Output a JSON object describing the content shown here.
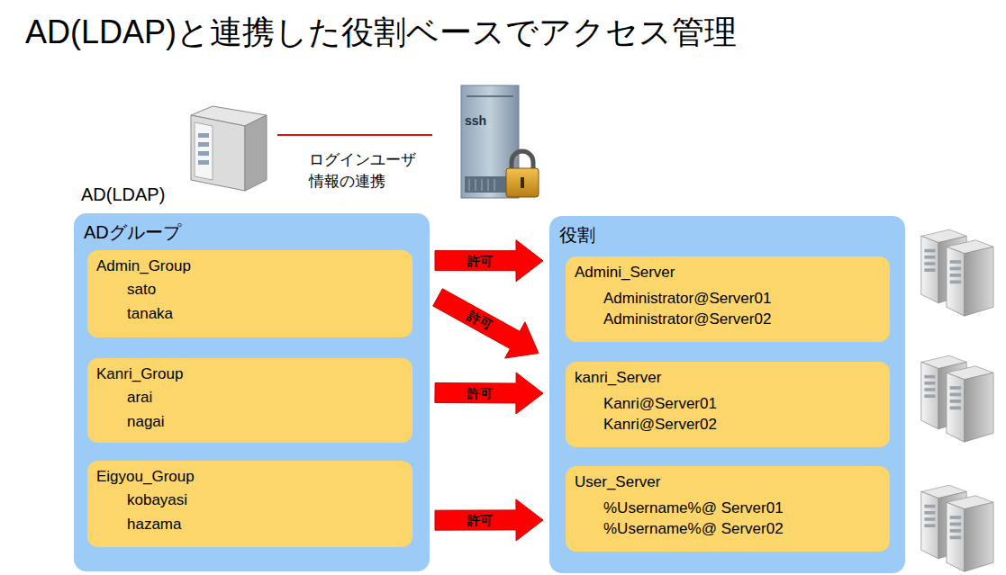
{
  "diagram": {
    "title": "AD(LDAP)と連携した役割ベースでアクセス管理",
    "nodes": [
      {
        "text": [
          "ADグループ"
        ]
      },
      {
        "text": [
          "Admin_Group",
          "sato",
          "tanaka"
        ],
        "in": 0
      },
      {
        "text": [
          "Kanri_Group",
          "arai",
          "nagai"
        ],
        "in": 0
      },
      {
        "text": [
          "Eigyou_Group",
          "kobayasi",
          "hazama"
        ],
        "in": 0
      },
      {
        "text": [
          "役割"
        ]
      },
      {
        "text": [
          "Admini_Server",
          "Administrator@Server01",
          "Administrator@Server02"
        ],
        "in": 4
      },
      {
        "text": [
          "kanri_Server",
          "Kanri@Server01",
          "Kanri@Server02"
        ],
        "in": 4
      },
      {
        "text": [
          "User_Server",
          "%Username%@ Server01",
          "%Username%@ Server02"
        ],
        "in": 4
      }
    ],
    "edges": [
      {
        "from": 1,
        "to": 5,
        "arrow": "to",
        "label": "許可"
      },
      {
        "from": 1,
        "to": 6,
        "arrow": "to",
        "label": "許可"
      },
      {
        "from": 2,
        "to": 6,
        "arrow": "to",
        "label": "許可"
      },
      {
        "from": 3,
        "to": 7,
        "arrow": "to",
        "label": "許可"
      }
    ],
    "labels": [
      "ログインユーザ 情報の連携",
      "AD(LDAP)",
      "ssh"
    ]
  }
}
